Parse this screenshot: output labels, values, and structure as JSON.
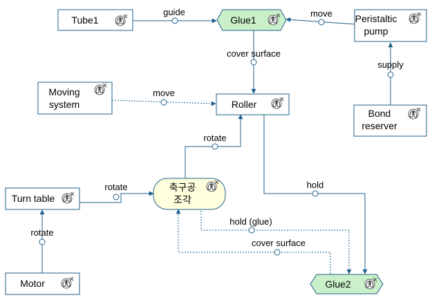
{
  "nodes": {
    "tube1": {
      "label_lines": [
        "Tube1"
      ]
    },
    "glue1": {
      "label_lines": [
        "Glue1"
      ]
    },
    "peristaltic_pump": {
      "label_lines": [
        "Peristaltic",
        "pump"
      ]
    },
    "moving_system": {
      "label_lines": [
        "Moving",
        "system"
      ]
    },
    "roller": {
      "label_lines": [
        "Roller"
      ]
    },
    "bond_reserver": {
      "label_lines": [
        "Bond",
        "reserver"
      ]
    },
    "axis_part": {
      "label_lines": [
        "축구공",
        "조각"
      ]
    },
    "turn_table": {
      "label_lines": [
        "Turn table"
      ]
    },
    "motor": {
      "label_lines": [
        "Motor"
      ]
    },
    "glue2": {
      "label_lines": [
        "Glue2"
      ]
    }
  },
  "edges": {
    "guide": {
      "label": "guide"
    },
    "move_pump": {
      "label": "move"
    },
    "cover_surface_1": {
      "label": "cover surface"
    },
    "supply": {
      "label": "supply"
    },
    "move_moving": {
      "label": "move"
    },
    "rotate_roller": {
      "label": "rotate"
    },
    "rotate_turntable": {
      "label": "rotate"
    },
    "hold": {
      "label": "hold"
    },
    "hold_glue": {
      "label": "hold (glue)"
    },
    "cover_surface_2": {
      "label": "cover surface"
    },
    "rotate_motor": {
      "label": "rotate"
    }
  },
  "icon": "lungs-x-icon",
  "colors": {
    "stroke": "#1f5f8b",
    "glue_fill": "#c9f0c9",
    "axis_fill": "#ffffdd",
    "box_fill": "#ffffff"
  }
}
